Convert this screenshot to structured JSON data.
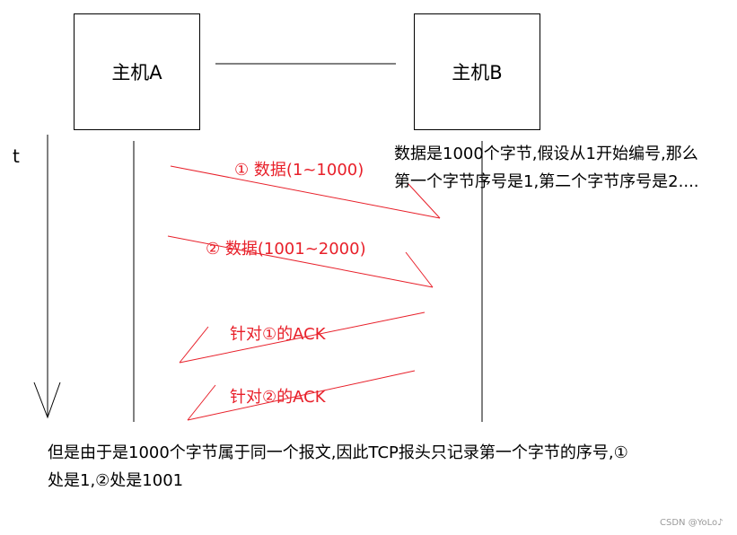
{
  "hostA": "主机A",
  "hostB": "主机B",
  "time_label": "t",
  "msg1": "① 数据(1~1000)",
  "msg2": "② 数据(1001~2000)",
  "ack1": "针对①的ACK",
  "ack2": "针对②的ACK",
  "note_right": [
    "数据是1000个字节,假设从1开始编号,那么",
    "第一个字节序号是1,第二个字节序号是2...."
  ],
  "note_bottom": [
    "但是由于是1000个字节属于同一个报文,因此TCP报头只记录第一个字节的序号,①",
    "处是1,②处是1001"
  ],
  "watermark": "CSDN @YoLo♪",
  "colors": {
    "arrow": "#e8202a",
    "line": "#000000"
  }
}
